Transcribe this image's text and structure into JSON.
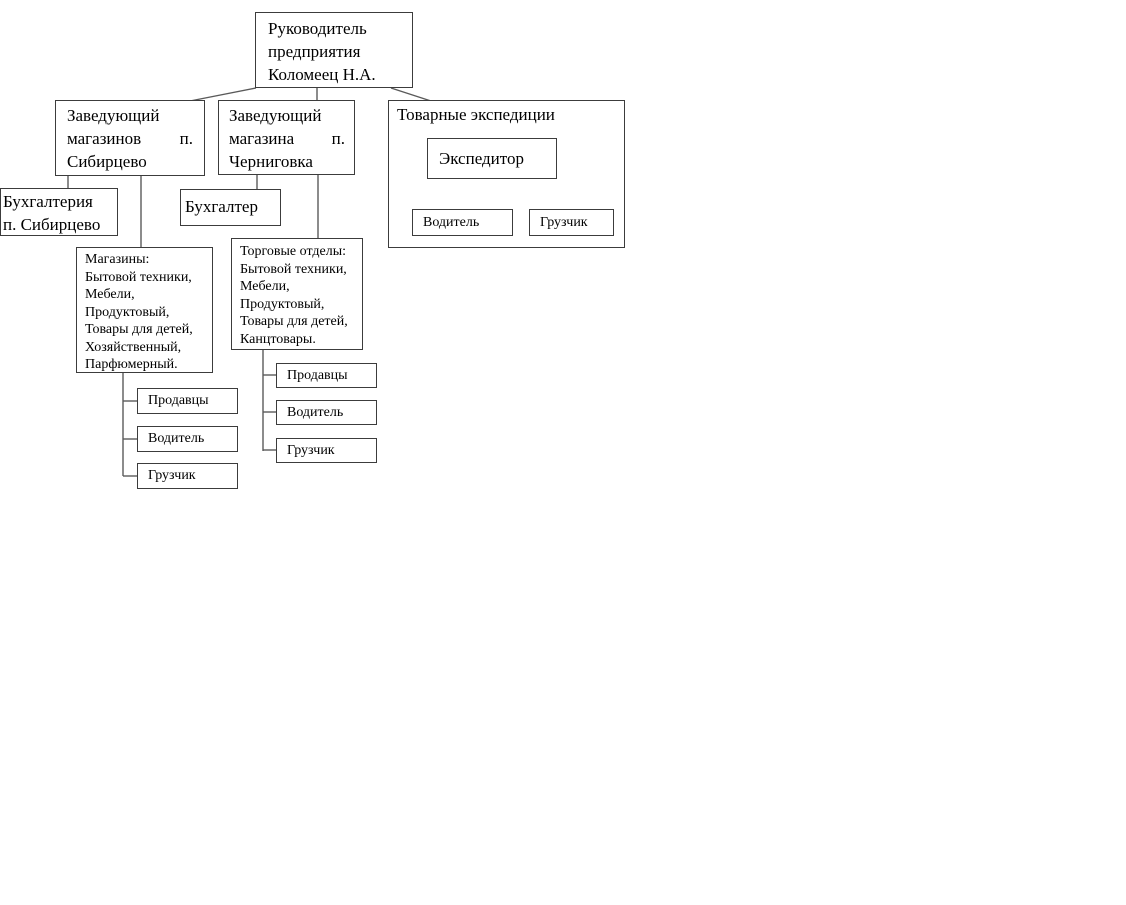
{
  "colors": {
    "background": "#ffffff",
    "box_border": "#3c3c3c",
    "connector_line": "#5a5a5a",
    "text": "#000000"
  },
  "org_chart": {
    "director": {
      "text": "Руководитель\nпредприятия\nКоломеец Н.А."
    },
    "manager_sibirtsevo": {
      "line1": "Заведующий",
      "line2a": "магазинов",
      "line2b": "п.",
      "line3": "Сибирцево"
    },
    "manager_chernigovka": {
      "line1": "Заведующий",
      "line2a": "магазина",
      "line2b": "п.",
      "line3": "Черниговка"
    },
    "expeditions": {
      "title": "Товарные экспедиции",
      "expeditor": "Экспедитор",
      "driver": "Водитель",
      "loader": "Грузчик"
    },
    "accounting_sibirtsevo": {
      "text": "Бухгалтерия\nп. Сибирцево"
    },
    "accountant": {
      "text": "Бухгалтер"
    },
    "shops_list": {
      "text": "Магазины:\nБытовой техники,\nМебели,\nПродуктовый,\nТовары для детей,\nХозяйственный,\nПарфюмерный."
    },
    "shops_staff": {
      "sellers": "Продавцы",
      "driver": "Водитель",
      "loader": "Грузчик"
    },
    "departments_list": {
      "text": "Торговые отделы:\nБытовой техники,\nМебели,\nПродуктовый,\nТовары для детей,\nКанцтовары."
    },
    "departments_staff": {
      "sellers": "Продавцы",
      "driver": "Водитель",
      "loader": "Грузчик"
    }
  }
}
